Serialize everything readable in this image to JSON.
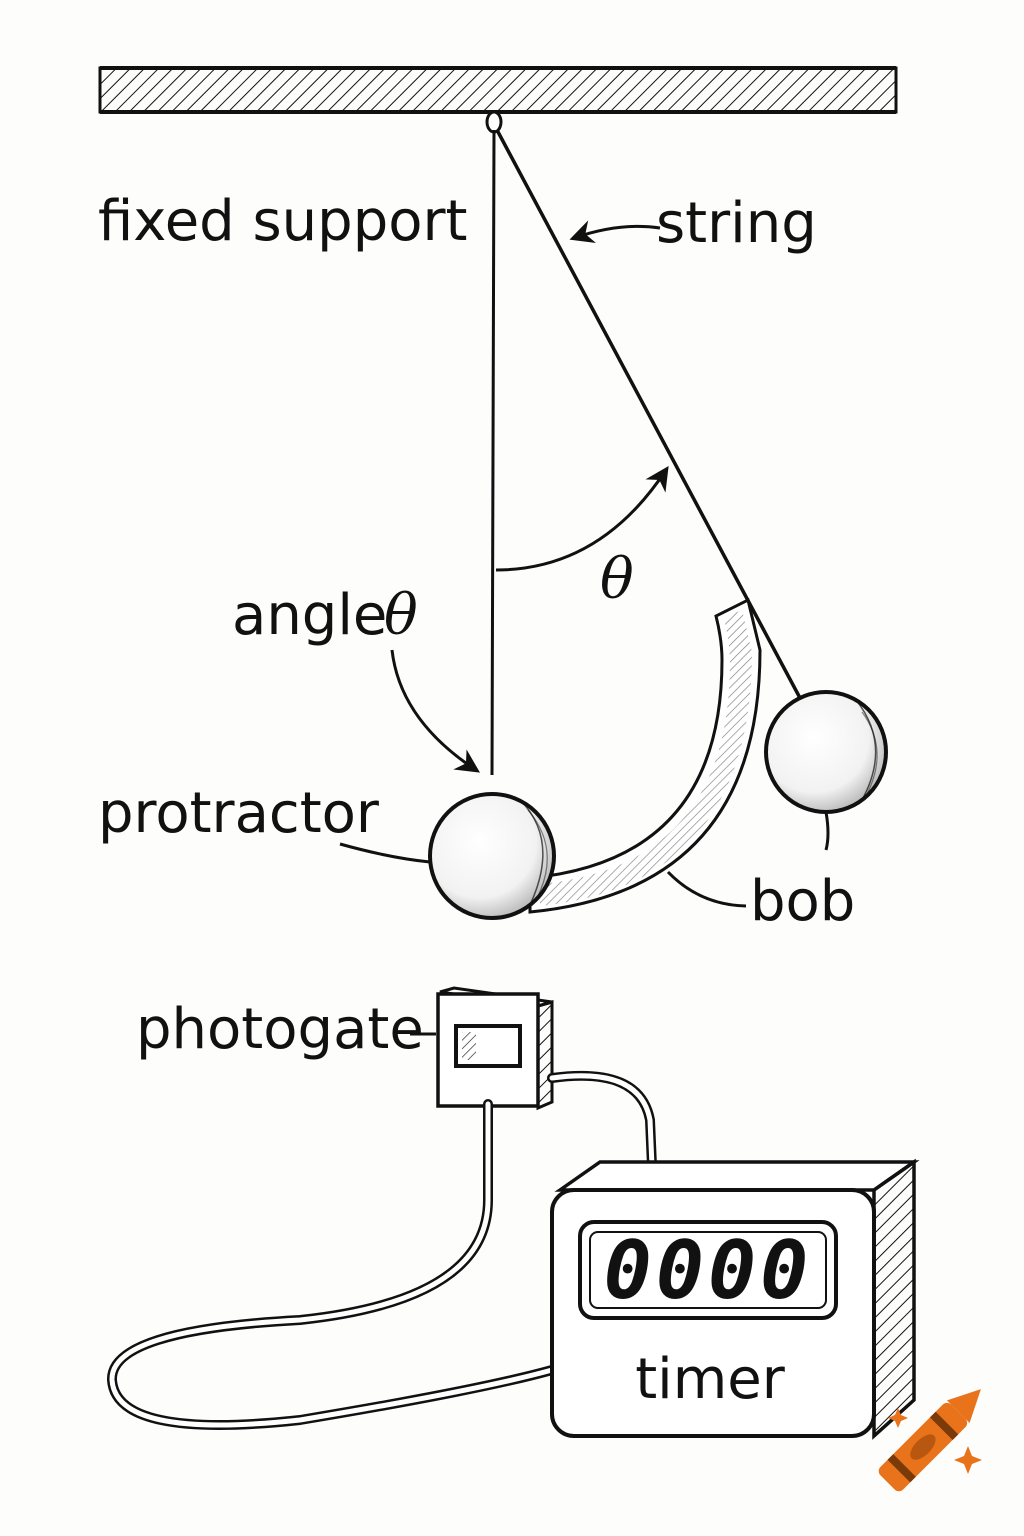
{
  "labels": {
    "fixed_support": "fixed support",
    "string": "string",
    "theta": "θ",
    "angle": "angle",
    "angle_symbol": "θ",
    "protractor": "protractor",
    "bob": "bob",
    "photogate": "photogate",
    "timer": "timer",
    "timer_display": "0000"
  },
  "colors": {
    "ink": "#111111",
    "paper": "#fdfdfc",
    "logo_orange": "#e8731a"
  }
}
